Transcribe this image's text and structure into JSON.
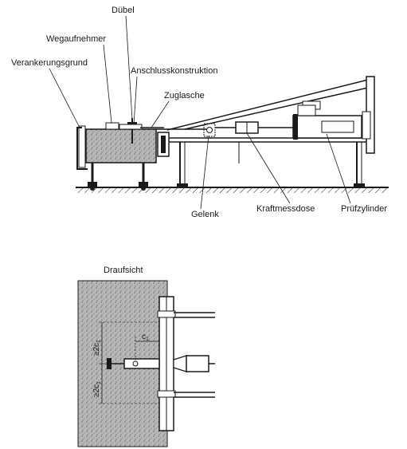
{
  "side_view": {
    "labels": {
      "duebel": "Dübel",
      "wegaufnehmer": "Wegaufnehmer",
      "verankerungsgrund": "Verankerungsgrund",
      "anschlusskonstruktion": "Anschlusskonstruktion",
      "zuglasche": "Zuglasche",
      "gelenk": "Gelenk",
      "kraftmessdose": "Kraftmessdose",
      "pruefzylinder": "Prüfzylinder"
    }
  },
  "plan_view": {
    "title": "Draufsicht",
    "dim_c1": "c",
    "dim_c1_sub": "1",
    "dim_upper": "≥2c",
    "dim_upper_sub": "1",
    "dim_lower": "≥2c",
    "dim_lower_sub": "1"
  }
}
